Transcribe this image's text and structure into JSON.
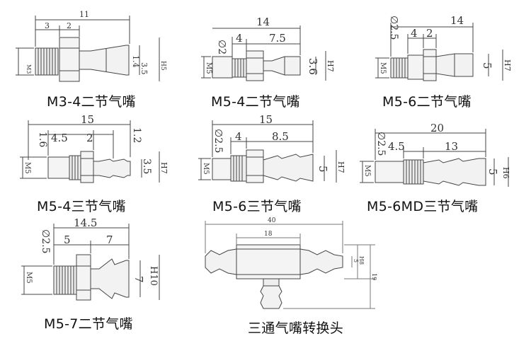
{
  "parts": [
    {
      "caption": "M3-4二节气嘴",
      "dims": {
        "total": "11",
        "a": "3",
        "b": "2",
        "thread": "M3",
        "od": "3.5",
        "id": "1.4",
        "hex": "H5"
      }
    },
    {
      "caption": "M5-4二节气嘴",
      "dims": {
        "total": "14",
        "a": "4",
        "b": "7.5",
        "bore": "∅2",
        "thread": "M5",
        "od": "3.6",
        "hex": "H7"
      }
    },
    {
      "caption": "M5-6二节气嘴",
      "dims": {
        "total": "14",
        "a": "4",
        "b": "2",
        "bore": "∅2.5",
        "thread": "M5",
        "od": "5",
        "hex": "H7"
      }
    },
    {
      "caption": "M5-4三节气嘴",
      "dims": {
        "total": "15",
        "a": "4.5",
        "b": "2",
        "bore": "1.6",
        "thread": "M5",
        "od": "3.5",
        "id": "1.2",
        "hex": "H7"
      }
    },
    {
      "caption": "M5-6三节气嘴",
      "dims": {
        "total": "15",
        "a": "4",
        "b": "8.5",
        "bore": "∅2.5",
        "thread": "M5",
        "od": "5",
        "hex": "H7"
      }
    },
    {
      "caption": "M5-6MD三节气嘴",
      "dims": {
        "total": "20",
        "a": "4.5",
        "b": "13",
        "bore": "∅2.5",
        "thread": "M5",
        "od": "5",
        "hex": "H6"
      }
    },
    {
      "caption": "M5-7二节气嘴",
      "dims": {
        "total": "14.5",
        "a": "5",
        "b": "7",
        "bore": "∅2.5",
        "thread": "M5",
        "od": "7",
        "hex": "H10"
      }
    },
    {
      "caption": "三通气嘴转换头",
      "dims": {
        "total": "40",
        "body": "18",
        "od": "5",
        "hex": "H8",
        "height": "19"
      }
    }
  ]
}
